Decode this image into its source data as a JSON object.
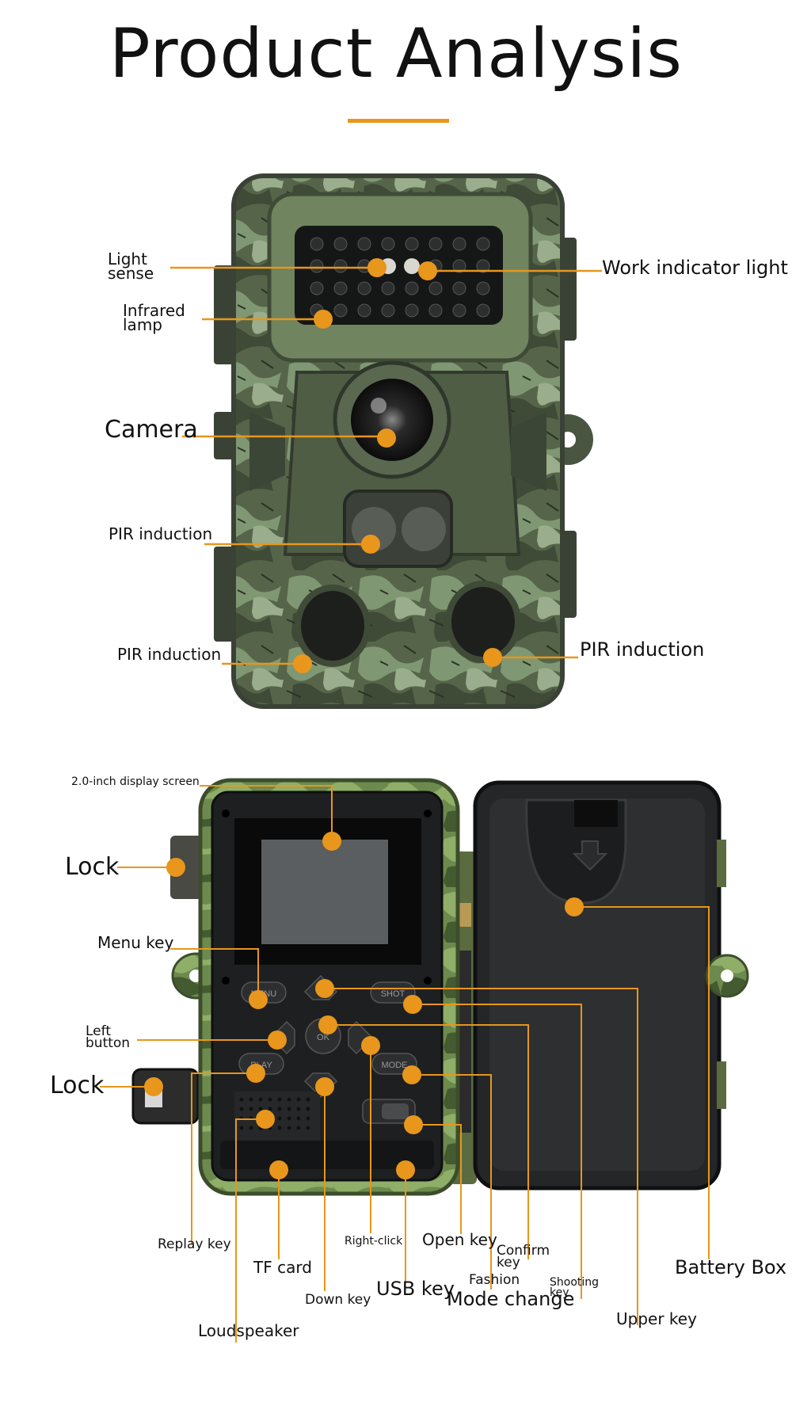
{
  "title": "Product Analysis",
  "colors": {
    "accent": "#e8961c",
    "camo_dark": "#3f4a37",
    "camo_light": "#7f9773",
    "panel": "#1c1d1f"
  },
  "front_view": {
    "labels": {
      "light_sense": "Light sense",
      "infrared_lamp": "Infrared lamp",
      "work_indicator": "Work indicator light",
      "camera": "Camera",
      "pir_center": "PIR induction",
      "pir_left": "PIR induction",
      "pir_right": "PIR induction"
    }
  },
  "back_view": {
    "labels": {
      "display": "2.0-inch display screen",
      "lock_top": "Lock",
      "lock_bottom": "Lock",
      "menu_key": "Menu key",
      "left_button": "Left button",
      "replay_key": "Replay key",
      "tf_card": "TF card",
      "loudspeaker": "Loudspeaker",
      "down_key": "Down key",
      "right_click": "Right-click",
      "usb_key": "USB key",
      "open_key": "Open key",
      "confirm_key": "Confirm key",
      "fashion": "Fashion",
      "mode_change": "Mode change",
      "shooting_key": "Shooting key",
      "upper_key": "Upper key",
      "battery_box": "Battery Box"
    },
    "button_text": {
      "menu": "MENU",
      "shot": "SHOT",
      "play": "PLAY",
      "mode": "MODE",
      "ok": "OK"
    }
  }
}
